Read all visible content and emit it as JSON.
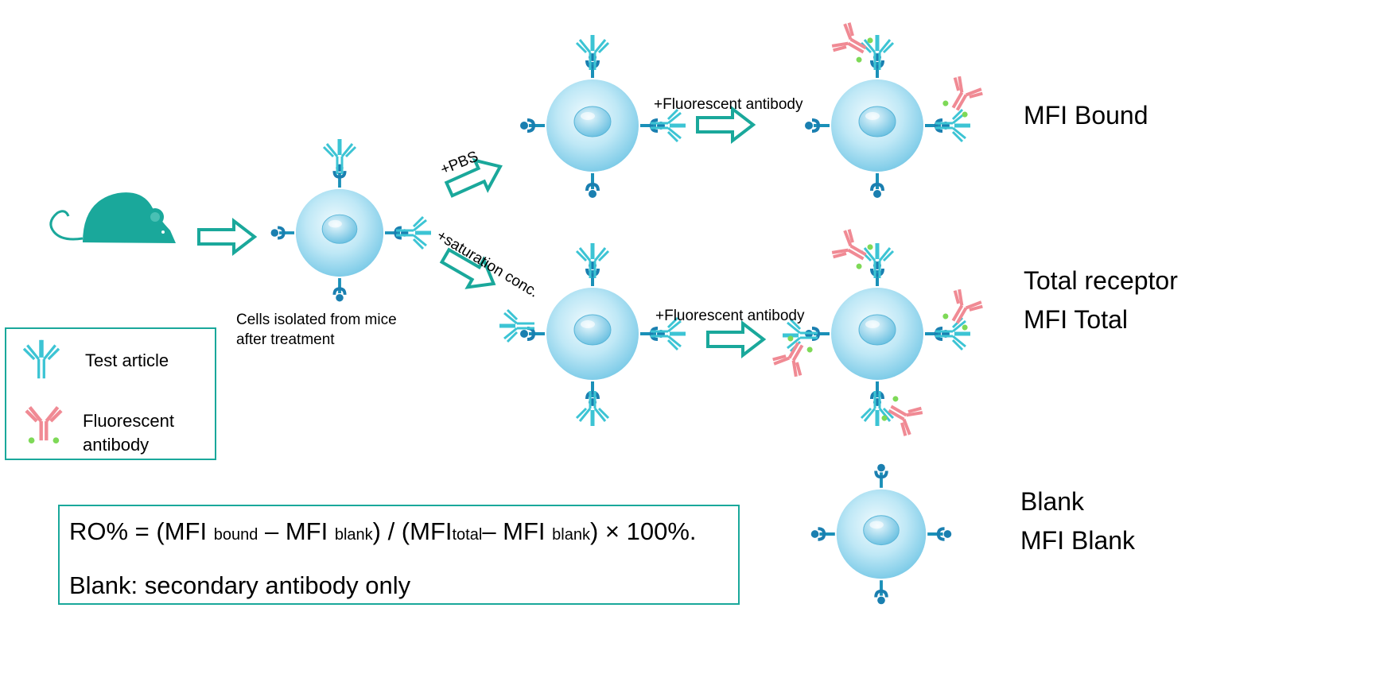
{
  "legend": {
    "test_article": "Test article",
    "fluorescent_antibody_line1": "Fluorescent",
    "fluorescent_antibody_line2": "antibody"
  },
  "labels": {
    "cells_isolated_line1": "Cells isolated from mice",
    "cells_isolated_line2": "after treatment",
    "pbs": "+PBS",
    "saturation": "+saturation conc.",
    "fluorescent_top": "+Fluorescent antibody",
    "fluorescent_mid": "+Fluorescent antibody"
  },
  "results": {
    "bound": "MFI Bound",
    "total_line1": "Total receptor",
    "total_line2": "MFI Total",
    "blank_line1": "Blank",
    "blank_line2": "MFI Blank"
  },
  "formula": {
    "ro": "RO% = (MFI",
    "bound_sub": "bound",
    "minus1": "– MFI",
    "blank_sub1": "blank",
    "mid": ") / (MFI",
    "total_sub": "total",
    "minus2": "– MFI",
    "blank_sub2": "blank",
    "end": ") × 100%.",
    "note": "Blank: secondary antibody only"
  },
  "colors": {
    "teal": "#1aa89b",
    "cyan": "#3cc4d4",
    "pink": "#f08a94",
    "green_dot": "#7ed957",
    "receptor": "#1a7fb0",
    "cell_light": "#e4f6fc",
    "cell_dark": "#8fd3ec"
  }
}
